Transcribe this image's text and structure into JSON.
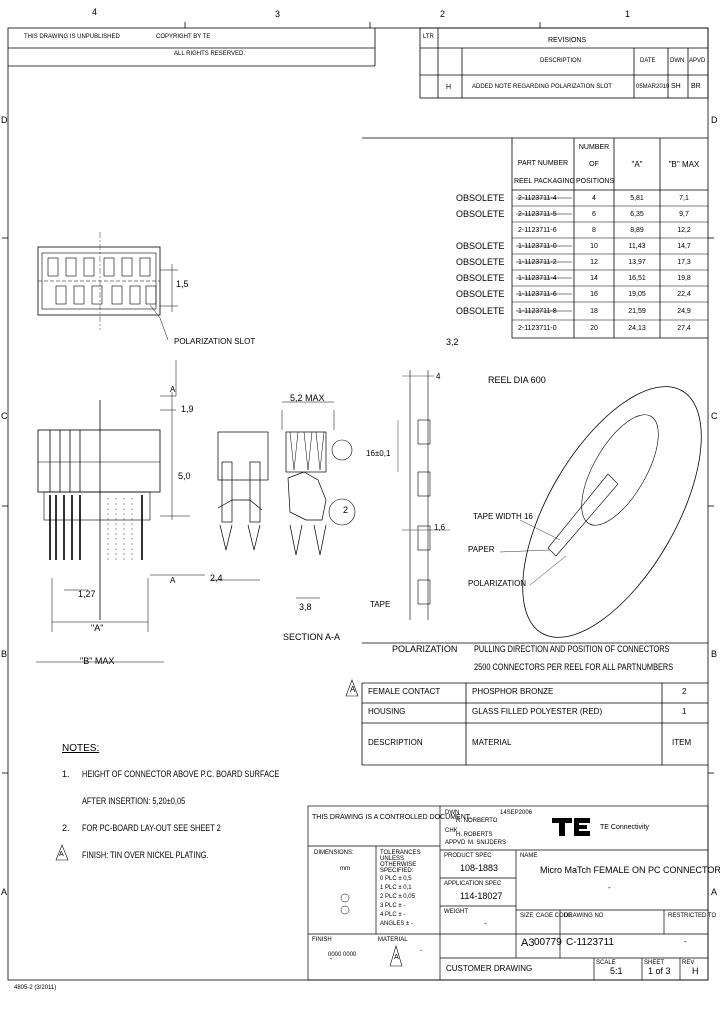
{
  "zones": {
    "top": [
      "4",
      "3",
      "2",
      "1"
    ],
    "side": [
      "D",
      "C",
      "B",
      "A"
    ]
  },
  "revisions": {
    "title": "REVISIONS",
    "col_ltr": "LTR",
    "col_description": "DESCRIPTION",
    "col_date": "DATE",
    "col_dwn": "DWN",
    "col_apvd": "APVD",
    "row_ltr": "H",
    "row_description": "ADDED NOTE REGARDING POLARIZATION SLOT",
    "row_date": "05MAR2010",
    "row_dwn": "SH",
    "row_apvd": "BR"
  },
  "header_notice": {
    "line1": "THIS DRAWING IS UNPUBLISHED",
    "line2": "COPYRIGHT BY TE",
    "line3": "ALL RIGHTS RESERVED."
  },
  "part_table": {
    "head_part": [
      "PART NUMBER",
      "REEL PACKAGING"
    ],
    "head_positions": [
      "NUMBER",
      "OF",
      "POSITIONS"
    ],
    "head_a": "\"A\"",
    "head_b": "\"B\" MAX",
    "rows": [
      {
        "status": "OBSOLETE",
        "part": "2-1123711-4",
        "pos": "4",
        "a": "5,81",
        "b": "7,1"
      },
      {
        "status": "OBSOLETE",
        "part": "2-1123711-5",
        "pos": "6",
        "a": "6,35",
        "b": "9,7"
      },
      {
        "status": "",
        "part": "2-1123711-6",
        "pos": "8",
        "a": "8,89",
        "b": "12,2"
      },
      {
        "status": "OBSOLETE",
        "part": "1-1123711-0",
        "pos": "10",
        "a": "11,43",
        "b": "14,7"
      },
      {
        "status": "OBSOLETE",
        "part": "1-1123711-2",
        "pos": "12",
        "a": "13,97",
        "b": "17,3"
      },
      {
        "status": "OBSOLETE",
        "part": "1-1123711-4",
        "pos": "14",
        "a": "16,51",
        "b": "19,8"
      },
      {
        "status": "OBSOLETE",
        "part": "1-1123711-6",
        "pos": "16",
        "a": "19,05",
        "b": "22,4"
      },
      {
        "status": "OBSOLETE",
        "part": "1-1123711-8",
        "pos": "18",
        "a": "21,59",
        "b": "24,9"
      },
      {
        "status": "",
        "part": "2-1123711-0",
        "pos": "20",
        "a": "24,13",
        "b": "27,4"
      }
    ]
  },
  "drawing_labels": {
    "polarization_slot": "POLARIZATION SLOT",
    "dim_15": "1,5",
    "dim_19": "1,9",
    "dim_50": "5,0",
    "dim_52": "5,2 MAX",
    "dim_24": "2,4",
    "dim_127": "1,27",
    "dim_a": "\"A\"",
    "dim_b": "\"B\" MAX",
    "dim_38": "3,8",
    "section": "SECTION A-A",
    "sec_a1": "A",
    "sec_a2": "A",
    "detail_2": "2",
    "dim_32": "3,2",
    "dim_4": "4",
    "dim_161": "16±0,1",
    "dim_16": "1,6",
    "reel_dia": "REEL DIA 600",
    "tape_width": "TAPE WIDTH 16",
    "paper": "PAPER",
    "polarization": "POLARIZATION",
    "tape": "TAPE",
    "polarization_pointer": "POLARIZATION",
    "pull_note_1": "PULLING DIRECTION AND POSITION OF CONNECTORS",
    "pull_note_2": "2500 CONNECTORS PER REEL FOR ALL PARTNUMBERS"
  },
  "bom": {
    "rows": [
      {
        "flag": "A",
        "desc": "FEMALE CONTACT",
        "material": "PHOSPHOR BRONZE",
        "item": "2"
      },
      {
        "flag": "",
        "desc": "HOUSING",
        "material": "GLASS FILLED POLYESTER (RED)",
        "item": "1"
      }
    ],
    "head_desc": "DESCRIPTION",
    "head_material": "MATERIAL",
    "head_item": "ITEM"
  },
  "notes": {
    "title": "NOTES:",
    "n1_num": "1.",
    "n1_line1": "HEIGHT OF CONNECTOR ABOVE P.C. BOARD SURFACE",
    "n1_line2": "AFTER INSERTION: 5,20±0,05",
    "n2_num": "2.",
    "n2_text": "FOR PC-BOARD LAY-OUT SEE SHEET 2",
    "n3_flag": "A",
    "n3_text": "FINISH: TIN OVER NICKEL PLATING."
  },
  "title_block": {
    "controlled": "THIS DRAWING IS A CONTROLLED DOCUMENT.",
    "dwn_label": "DWN",
    "dwn_name": "R. NORBERTO",
    "dwn_date": "14SEP2006",
    "chk_label": "CHK",
    "chk_name": "H. ROBERTS",
    "appvd_label": "APPVD",
    "appvd_name": "M. SNIJDERS",
    "dims_label": "DIMENSIONS:",
    "dims_value": "mm",
    "tol_label": "TOLERANCES UNLESS OTHERWISE SPECIFIED:",
    "tol_lines": [
      "0 PLC ± 0,5",
      "1 PLC ± 0,1",
      "2 PLC ± 0,05",
      "3 PLC ± -",
      "4 PLC ± -",
      "ANGLES ± -"
    ],
    "product_spec_label": "PRODUCT SPEC",
    "product_spec": "108-1883",
    "app_spec_label": "APPLICATION SPEC",
    "app_spec": "114-18027",
    "weight_label": "WEIGHT",
    "weight": "-",
    "finish_label": "FINISH",
    "finish": "-",
    "material_label": "MATERIAL",
    "material": "-",
    "name_label": "NAME",
    "name": "Micro MaTch FEMALE ON PC CONNECTOR",
    "name_sub": "-",
    "size_label": "SIZE",
    "size": "A3",
    "cage_label": "CAGE CODE",
    "cage": "00779",
    "drawing_no_label": "DRAWING NO",
    "drawing_no": "C-1123711",
    "restricted_label": "RESTRICTED TO",
    "restricted": "-",
    "scale_label": "SCALE",
    "scale": "5:1",
    "sheet_label": "SHEET",
    "sheet": "1 of 3",
    "rev_label": "REV",
    "rev": "H",
    "customer_drawing": "CUSTOMER DRAWING",
    "logo_text": "TE",
    "company": "TE Connectivity",
    "revision_mark": "A",
    "number_label": "0000 0000"
  },
  "footer_code": "4805-2 (3/2011)"
}
